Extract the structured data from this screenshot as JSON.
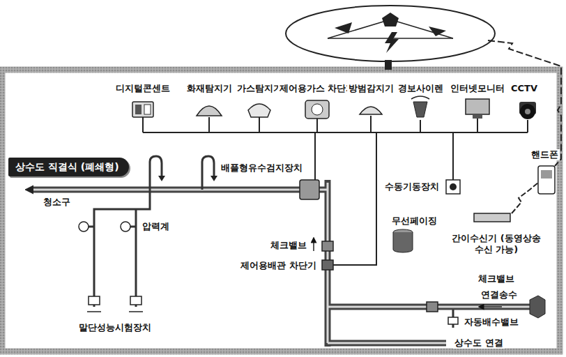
{
  "diagram": {
    "nodes": [
      {
        "text": [
          "상수도 직결식 (폐쇄형)"
        ]
      }
    ],
    "labels": [
      "디지털콘센트",
      "화재탐지기",
      "가스탐지기",
      "제어용가스 차단기",
      "방범감지기",
      "경보사이렌",
      "인터넷모니터",
      "CCTV",
      "핸드폰",
      "배플형유수검지장치",
      "청소구",
      "수동기동장치",
      "압력계",
      "무선페이징",
      "간이수신기 (동영상송수신 가능)",
      "체크밸브",
      "제어용배관 차단기",
      "체크밸브",
      "연결송수",
      "자동배수밸브",
      "말단성능시험장치",
      "상수도 연결"
    ]
  }
}
